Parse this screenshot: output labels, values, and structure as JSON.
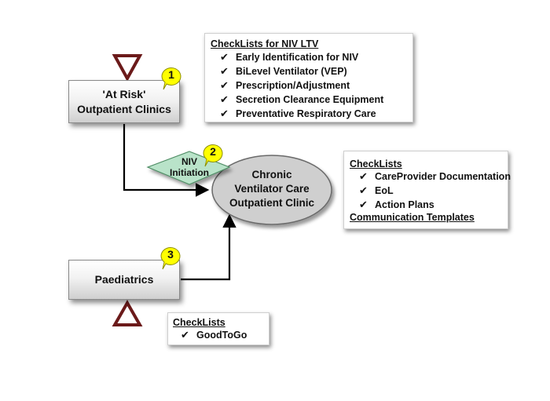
{
  "nodes": {
    "at_risk": {
      "line1": "'At Risk'",
      "line2": "Outpatient Clinics"
    },
    "paediatrics": {
      "label": "Paediatrics"
    },
    "niv_initiation": {
      "line1": "NIV",
      "line2": "Initiation"
    },
    "chronic_clinic": {
      "line1": "Chronic",
      "line2": "Ventilator Care",
      "line3": "Outpatient Clinic"
    }
  },
  "badges": [
    "1",
    "2",
    "3"
  ],
  "checklist_niv": {
    "title": "CheckLists for NIV LTV",
    "items": [
      "Early Identification for NIV",
      "BiLevel Ventilator (VEP)",
      "Prescription/Adjustment",
      "Secretion Clearance Equipment",
      "Preventative Respiratory Care"
    ]
  },
  "checklist_clinic": {
    "title": "CheckLists",
    "items": [
      "CareProvider Documentation",
      "EoL",
      "Action Plans"
    ],
    "footer": "Communication Templates"
  },
  "checklist_paeds": {
    "title": "CheckLists",
    "items": [
      "GoodToGo"
    ]
  },
  "check_glyph": "✔",
  "colors": {
    "triangle": "#6b1a1a",
    "badge_fill": "#ffff00",
    "diamond_fill": "#b9e3c9",
    "ellipse_fill": "#cfcfcf",
    "arrow": "#000000"
  }
}
